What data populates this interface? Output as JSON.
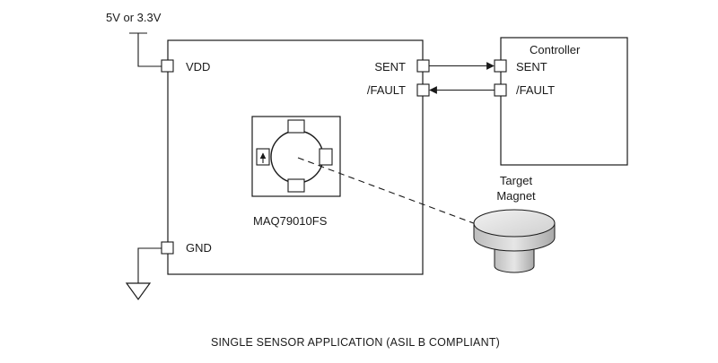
{
  "supply": {
    "label": "5V or 3.3V"
  },
  "sensor": {
    "part_number": "MAQ79010FS",
    "pins": {
      "vdd": "VDD",
      "gnd": "GND",
      "sent": "SENT",
      "fault": "/FAULT"
    }
  },
  "controller": {
    "title": "Controller",
    "pins": {
      "sent": "SENT",
      "fault": "/FAULT"
    }
  },
  "magnet": {
    "label_line1": "Target",
    "label_line2": "Magnet"
  },
  "caption": "SINGLE SENSOR APPLICATION (ASIL B COMPLIANT)"
}
